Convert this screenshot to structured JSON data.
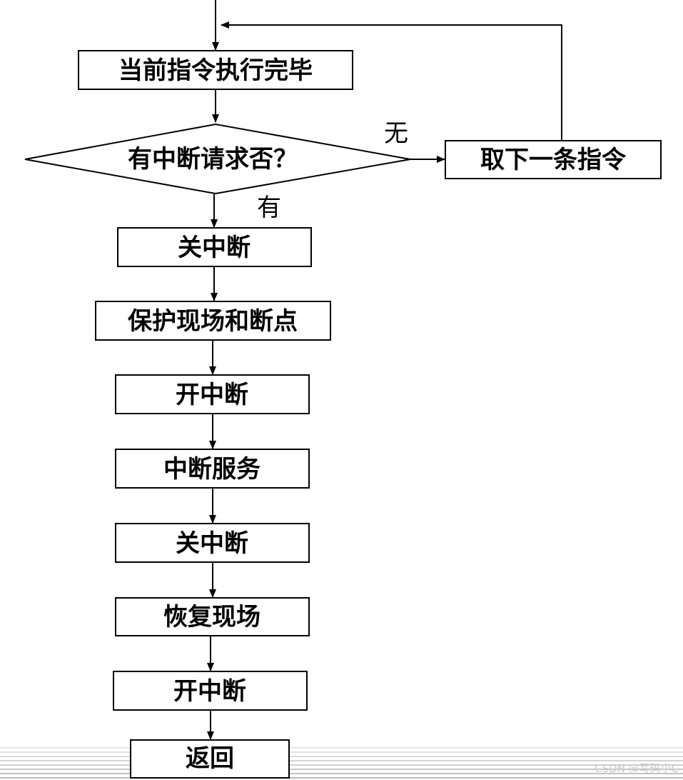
{
  "nodes": {
    "done": "当前指令执行完毕",
    "decision": "有中断请求否？",
    "fetch_next": "取下一条指令",
    "disable_1": "关中断",
    "save_context": "保护现场和断点",
    "enable_1": "开中断",
    "service": "中断服务",
    "disable_2": "关中断",
    "restore": "恢复现场",
    "enable_2": "开中断",
    "return": "返回"
  },
  "branches": {
    "no": "无",
    "yes": "有"
  },
  "watermark": "CSDN @写码小C",
  "colors": {
    "line": "#000000",
    "background": "#ffffff",
    "footer_stripe": "#d9d9d9"
  }
}
